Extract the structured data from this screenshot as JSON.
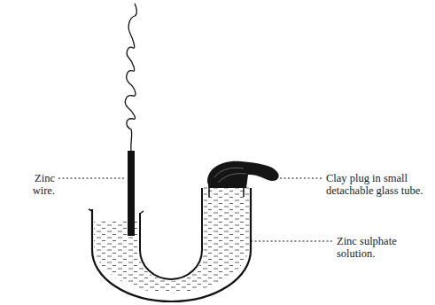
{
  "diagram": {
    "labels": [
      "Zinc wire.",
      "Clay plug in small detachable glass tube.",
      "Zinc sulphate solution."
    ]
  }
}
